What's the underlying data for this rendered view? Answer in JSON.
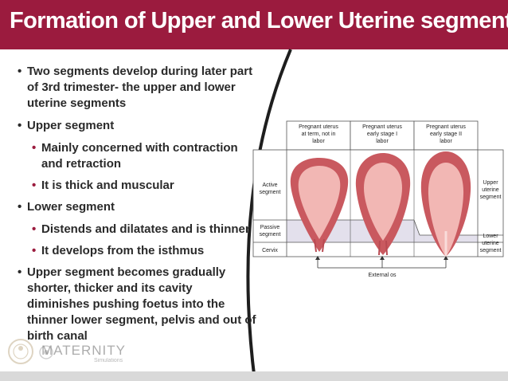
{
  "slide": {
    "title": "Formation of Upper and Lower Uterine segment",
    "bullets": {
      "b1": "Two segments develop during later part of 3rd  trimester- the upper and lower uterine segments",
      "b2": "Upper segment",
      "b2_1": "Mainly concerned with contraction and retraction",
      "b2_2": "It is thick and muscular",
      "b3": "Lower segment",
      "b3_1": "Distends and dilatates and is thinner",
      "b3_2": "It develops from the isthmus",
      "b4": "Upper segment becomes gradually shorter, thicker and its cavity diminishes pushing foetus into the thinner lower segment, pelvis and out of birth canal"
    }
  },
  "diagram": {
    "columns": {
      "c1": [
        "Pregnant uterus",
        "at term, not in",
        "labor"
      ],
      "c2": [
        "Pregnant uterus",
        "early stage I",
        "labor"
      ],
      "c3": [
        "Pregnant uterus",
        "early stage II",
        "labor"
      ]
    },
    "rows": {
      "active": [
        "Active",
        "segment"
      ],
      "passive": [
        "Passive",
        "segment"
      ],
      "cervix": "Cervix"
    },
    "right": {
      "upper": [
        "Upper",
        "uterine",
        "segment"
      ],
      "lower": [
        "Lower",
        "uterine",
        "segment"
      ]
    },
    "external_os": "External os"
  },
  "logo": {
    "name": "MATERNITY",
    "sub": "Simulations"
  },
  "colors": {
    "title_bar": "#9b1b3e",
    "uterus_wall": "#c9595f",
    "uterus_cavity": "#f2b7b4",
    "passive_band": "#e3e0ec"
  }
}
